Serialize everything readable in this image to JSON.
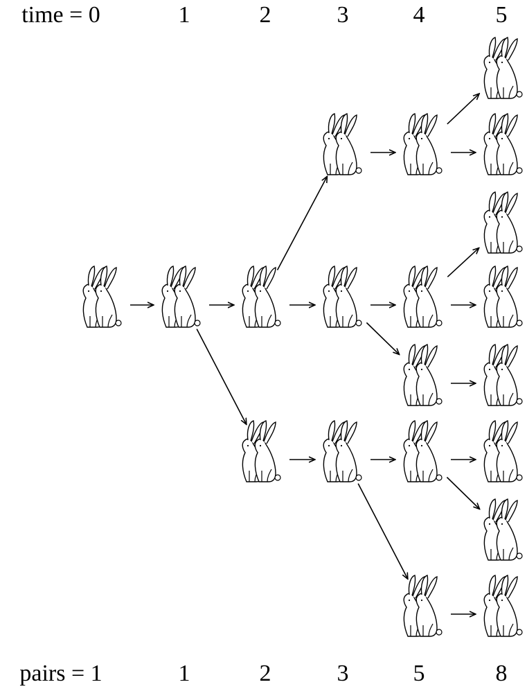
{
  "top_row": {
    "prefix": "time = ",
    "values": [
      "0",
      "1",
      "2",
      "3",
      "4",
      "5"
    ]
  },
  "bottom_row": {
    "prefix": "pairs = ",
    "values": [
      "1",
      "1",
      "2",
      "3",
      "5",
      "8"
    ]
  },
  "colors": {
    "ink": "#000000",
    "rabbit_fill": "#ffffff",
    "background": "#ffffff"
  },
  "icons": {
    "rabbit_pair": "rabbit-pair-icon",
    "arrow": "arrow-icon"
  },
  "tree": {
    "columns": [
      [
        {
          "id": "a0",
          "kind": "adult"
        }
      ],
      [
        {
          "id": "b0",
          "kind": "adult"
        }
      ],
      [
        {
          "id": "c0",
          "kind": "adult"
        },
        {
          "id": "c1",
          "kind": "baby"
        }
      ],
      [
        {
          "id": "d0",
          "kind": "baby"
        },
        {
          "id": "d1",
          "kind": "adult"
        },
        {
          "id": "d2",
          "kind": "adult"
        }
      ],
      [
        {
          "id": "e0",
          "kind": "adult"
        },
        {
          "id": "e1",
          "kind": "adult"
        },
        {
          "id": "e2",
          "kind": "adult"
        },
        {
          "id": "e3",
          "kind": "adult"
        },
        {
          "id": "e4",
          "kind": "adult"
        }
      ],
      [
        {
          "id": "f0",
          "kind": "baby"
        },
        {
          "id": "f1",
          "kind": "adult"
        },
        {
          "id": "f2",
          "kind": "baby"
        },
        {
          "id": "f3",
          "kind": "adult"
        },
        {
          "id": "f4",
          "kind": "adult"
        },
        {
          "id": "f5",
          "kind": "adult"
        },
        {
          "id": "f6",
          "kind": "baby"
        },
        {
          "id": "f7",
          "kind": "adult"
        }
      ]
    ],
    "edges": [
      [
        "a0",
        "b0"
      ],
      [
        "b0",
        "c0"
      ],
      [
        "b0",
        "c1"
      ],
      [
        "c0",
        "d0"
      ],
      [
        "c0",
        "d1"
      ],
      [
        "c1",
        "d2"
      ],
      [
        "d0",
        "e0"
      ],
      [
        "d1",
        "e1"
      ],
      [
        "d1",
        "e2"
      ],
      [
        "d2",
        "e3"
      ],
      [
        "d2",
        "e4"
      ],
      [
        "e0",
        "f0"
      ],
      [
        "e0",
        "f1"
      ],
      [
        "e1",
        "f2"
      ],
      [
        "e1",
        "f3"
      ],
      [
        "e2",
        "f4"
      ],
      [
        "e3",
        "f5"
      ],
      [
        "e3",
        "f6"
      ],
      [
        "e4",
        "f7"
      ]
    ]
  }
}
